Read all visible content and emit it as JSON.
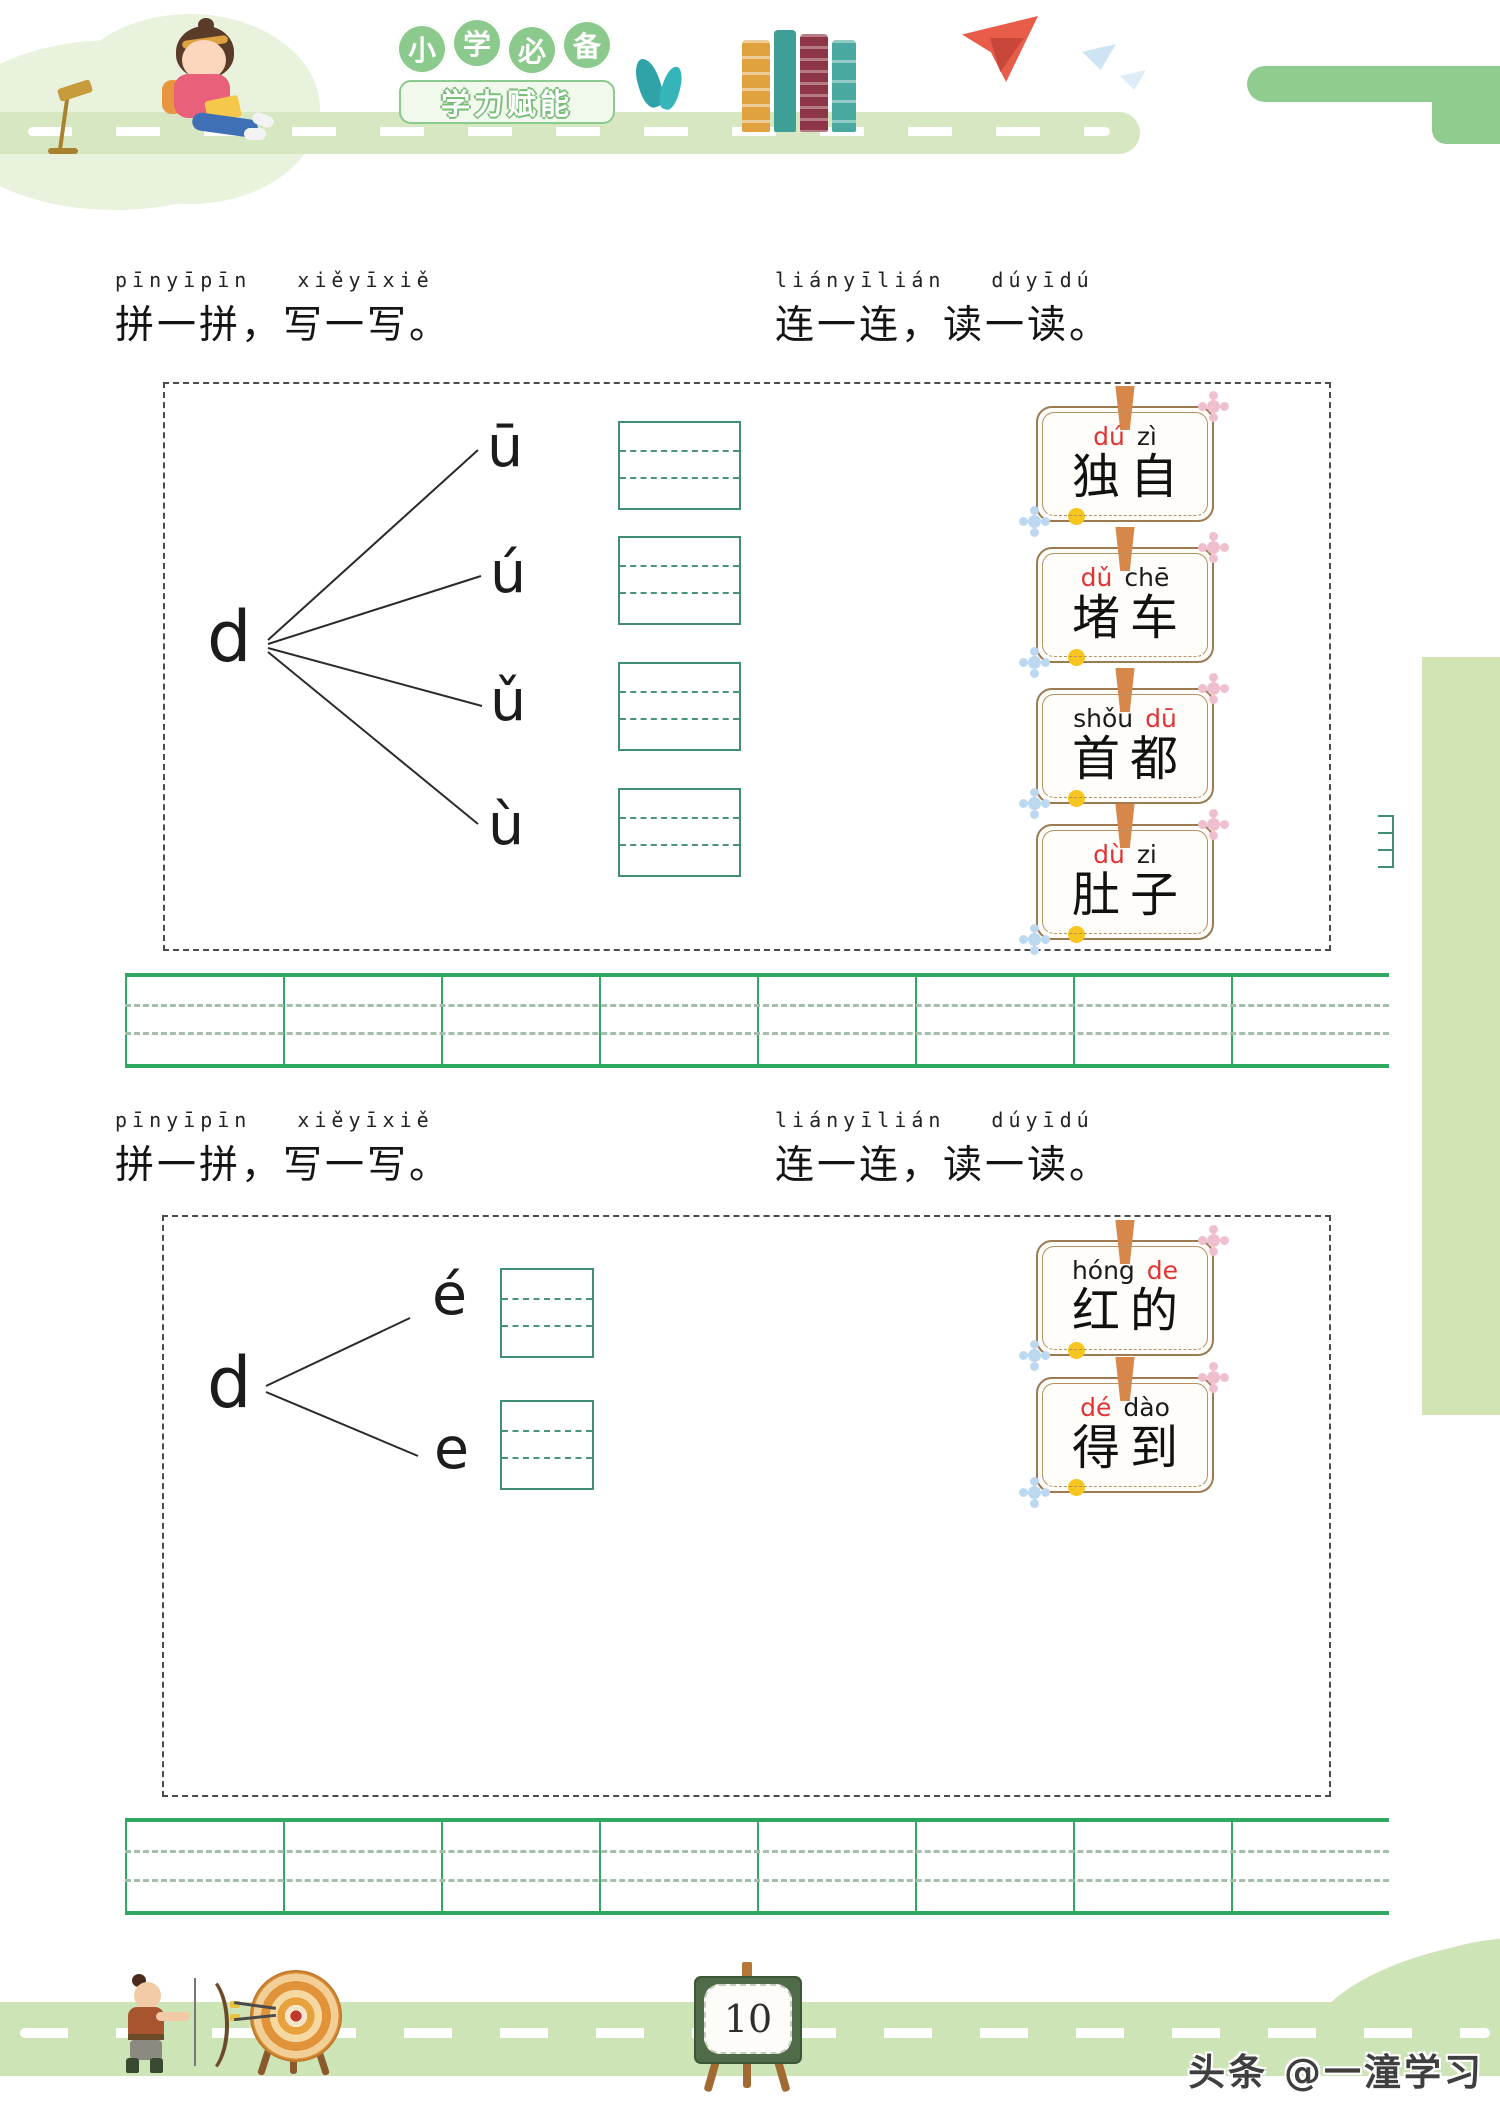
{
  "banner": {
    "title_chars": [
      "小",
      "学",
      "必",
      "备"
    ],
    "badge": "学力赋能"
  },
  "sections": [
    {
      "header_left": {
        "pinyin_a": "pīnyīpīn",
        "pinyin_b": "xiěyīxiě",
        "text": "拼一拼，写一写。"
      },
      "header_right": {
        "pinyin_a": "liányīlián",
        "pinyin_b": "dúyīdú",
        "text": "连一连，读一读。"
      },
      "initial": "d",
      "finals": [
        "ū",
        "ú",
        "ǔ",
        "ù"
      ],
      "cards": [
        {
          "p1": "dú",
          "p2": "zì",
          "word": "独自"
        },
        {
          "p1": "dǔ",
          "p2": "chē",
          "word": "堵车"
        },
        {
          "p1": "shǒu",
          "p2": "dū",
          "word": "首都"
        },
        {
          "p1": "dù",
          "p2": "zi",
          "word": "肚子"
        }
      ]
    },
    {
      "header_left": {
        "pinyin_a": "pīnyīpīn",
        "pinyin_b": "xiěyīxiě",
        "text": "拼一拼，写一写。"
      },
      "header_right": {
        "pinyin_a": "liányīlián",
        "pinyin_b": "dúyīdú",
        "text": "连一连，读一读。"
      },
      "initial": "d",
      "finals": [
        "é",
        "e"
      ],
      "cards": [
        {
          "p1": "hóng",
          "p2": "de",
          "word": "红的"
        },
        {
          "p1": "dé",
          "p2": "dào",
          "word": "得到"
        }
      ]
    }
  ],
  "writing_strips": {
    "cells_per_strip": 8
  },
  "footer": {
    "page_number": "10",
    "watermark": "头条 @一潼学习"
  },
  "colors": {
    "strip_green": "#2fa961",
    "grid_teal": "#3f8e75",
    "pinyin_red": "#e03434",
    "band_green": "#cde4b6",
    "corner_green": "#90cc90",
    "card_border": "#9c7b52"
  }
}
